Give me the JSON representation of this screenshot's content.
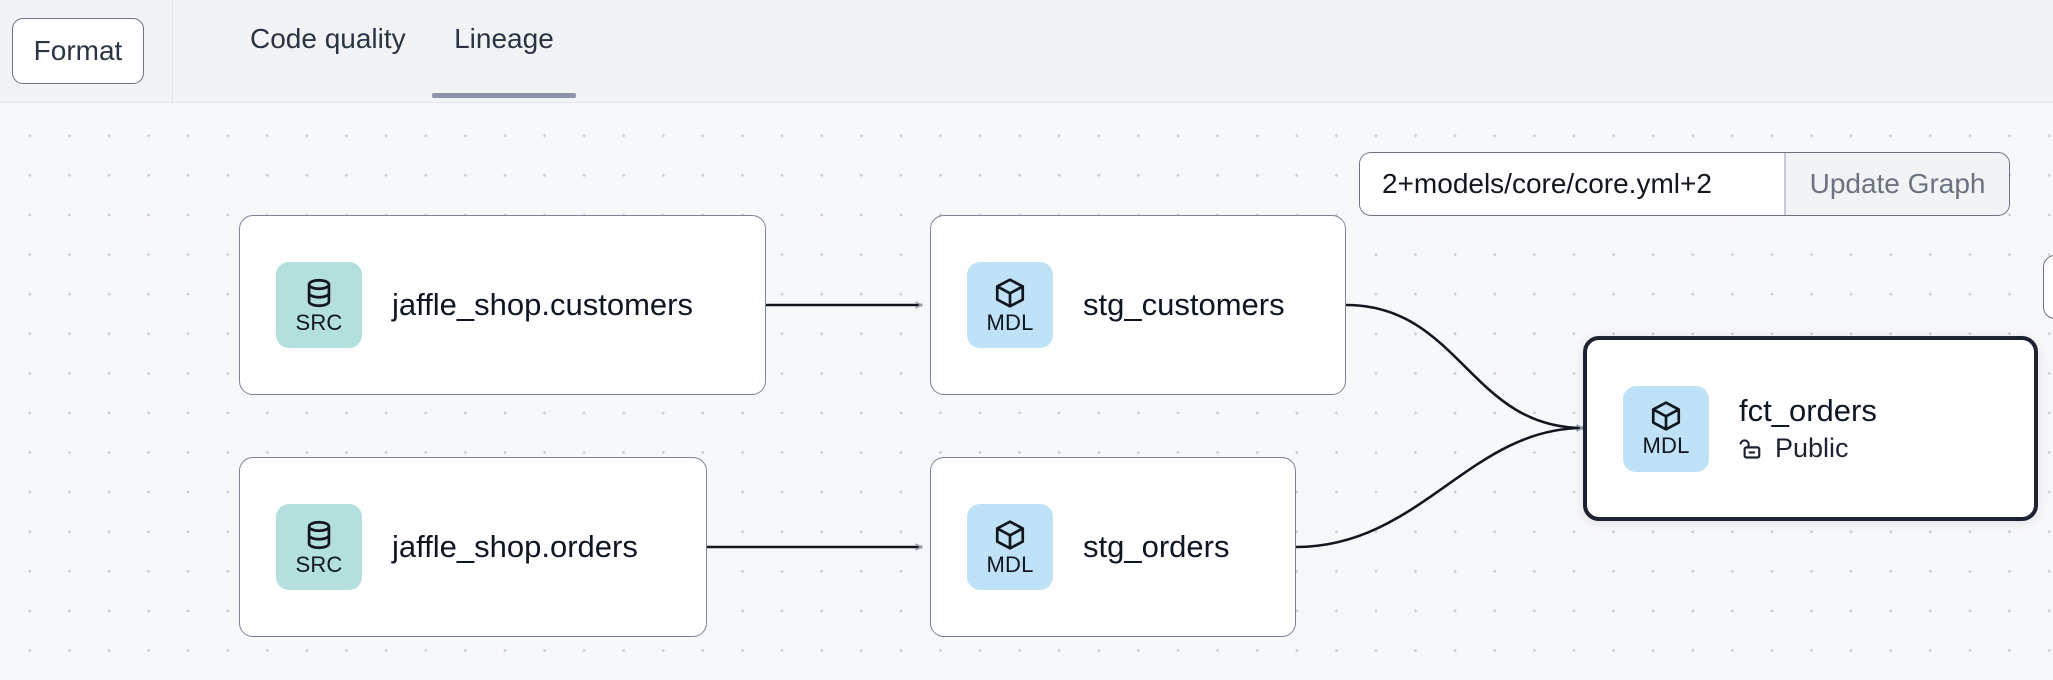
{
  "toolbar": {
    "format_label": "Format",
    "tabs": [
      {
        "label": "Code quality",
        "active": false
      },
      {
        "label": "Lineage",
        "active": true
      }
    ]
  },
  "graph_controls": {
    "selector_value": "2+models/core/core.yml+2",
    "selector_placeholder": "2+models/core/core.yml+2",
    "update_button_label": "Update Graph"
  },
  "lineage": {
    "nodes": [
      {
        "id": "jaffle_shop_customers",
        "title": "jaffle_shop.customers",
        "badge_label": "SRC",
        "badge_icon": "database-icon",
        "badge_color": "#b3dfdc",
        "selected": false,
        "sub_label": null,
        "sub_icon": null
      },
      {
        "id": "jaffle_shop_orders",
        "title": "jaffle_shop.orders",
        "badge_label": "SRC",
        "badge_icon": "database-icon",
        "badge_color": "#b3dfdc",
        "selected": false,
        "sub_label": null,
        "sub_icon": null
      },
      {
        "id": "stg_customers",
        "title": "stg_customers",
        "badge_label": "MDL",
        "badge_icon": "cube-icon",
        "badge_color": "#bfe2f8",
        "selected": false,
        "sub_label": null,
        "sub_icon": null
      },
      {
        "id": "stg_orders",
        "title": "stg_orders",
        "badge_label": "MDL",
        "badge_icon": "cube-icon",
        "badge_color": "#bfe2f8",
        "selected": false,
        "sub_label": null,
        "sub_icon": null
      },
      {
        "id": "fct_orders",
        "title": "fct_orders",
        "badge_label": "MDL",
        "badge_icon": "cube-icon",
        "badge_color": "#bfe2f8",
        "selected": true,
        "sub_label": "Public",
        "sub_icon": "unlock-icon"
      }
    ],
    "edges": [
      {
        "from": "jaffle_shop_customers",
        "to": "stg_customers"
      },
      {
        "from": "jaffle_shop_orders",
        "to": "stg_orders"
      },
      {
        "from": "stg_customers",
        "to": "fct_orders"
      },
      {
        "from": "stg_orders",
        "to": "fct_orders"
      }
    ]
  },
  "colors": {
    "header_bg": "#f1f3f5",
    "canvas_bg": "#f7f8fa",
    "dot_grid": "#c9ccd4",
    "src_badge": "#b3dfdc",
    "mdl_badge": "#bfe2f8",
    "node_border": "#7b8494",
    "selected_border": "#1c2333",
    "tab_underline": "#8b95a5",
    "edge_stroke": "#11161f"
  }
}
